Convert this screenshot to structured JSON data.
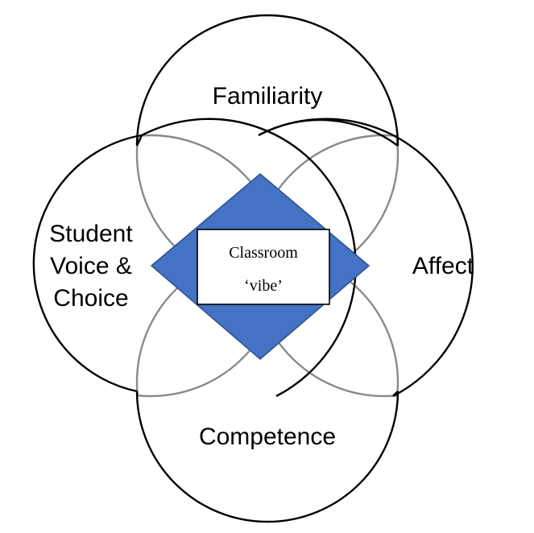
{
  "diagram": {
    "circles": {
      "top": {
        "label": "Familiarity"
      },
      "right": {
        "label": "Affect"
      },
      "bottom": {
        "label": "Competence"
      },
      "left": {
        "label_lines": [
          "Student",
          "Voice &",
          "Choice"
        ]
      }
    },
    "center": {
      "label_lines": [
        "Classroom",
        "‘vibe’"
      ]
    },
    "colors": {
      "diamond_fill": "#4472c4",
      "diamond_stroke": "#2f528f",
      "circle_stroke": "#000000",
      "overlap_stroke": "#8a8a8a",
      "background": "#ffffff"
    }
  }
}
